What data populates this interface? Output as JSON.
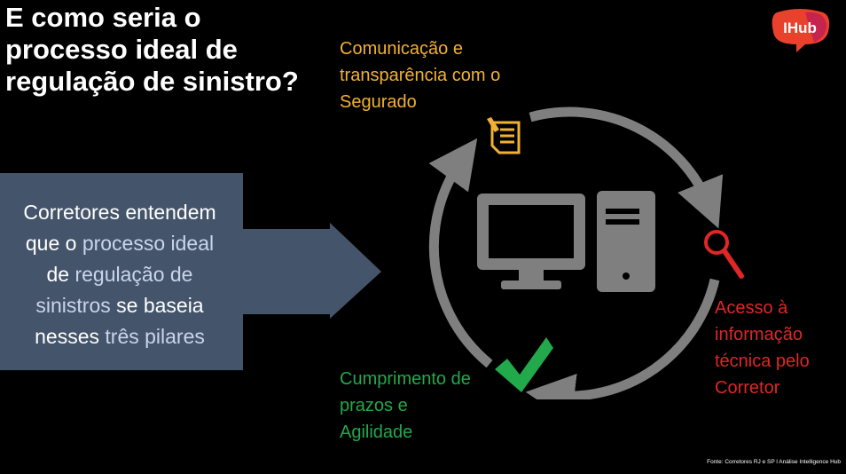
{
  "title": "E como seria o processo ideal de regulação de sinistro?",
  "logo_text": "IHub",
  "box": {
    "lines": [
      [
        {
          "t": "Corretores entendem",
          "hl": false
        }
      ],
      [
        {
          "t": "que o ",
          "hl": false
        },
        {
          "t": "processo ideal",
          "hl": true
        }
      ],
      [
        {
          "t": "de ",
          "hl": false
        },
        {
          "t": "regulação de",
          "hl": true
        }
      ],
      [
        {
          "t": "sinistros",
          "hl": true
        },
        {
          "t": " se baseia",
          "hl": false
        }
      ],
      [
        {
          "t": "nesses ",
          "hl": false
        },
        {
          "t": "três pilares",
          "hl": true
        }
      ]
    ]
  },
  "pillars": {
    "comunicacao": "Comunicação e transparência com o Segurado",
    "acesso": "Acesso à informação técnica pelo Corretor",
    "cumprimento": "Cumprimento de prazos e Agilidade"
  },
  "icons": {
    "document": "document-pen-icon",
    "search": "magnifier-icon",
    "check": "checkmark-icon",
    "computer": "desktop-computer-icon"
  },
  "colors": {
    "background": "#000000",
    "box": "#44546a",
    "comunicacao": "#f2b132",
    "acesso": "#e02626",
    "cumprimento": "#22a94b",
    "cycle": "#7f7f7f",
    "logo": "#e8412c"
  },
  "source": "Fonte: Corretores RJ e SP l Análise Intelligence Hub"
}
